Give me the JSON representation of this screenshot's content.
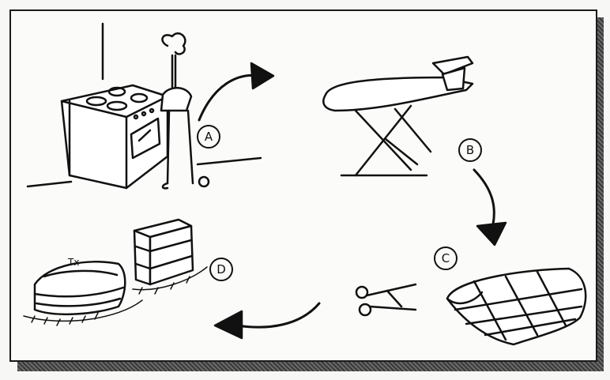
{
  "steps": [
    {
      "id": "A",
      "label": "A"
    },
    {
      "id": "B",
      "label": "B"
    },
    {
      "id": "C",
      "label": "C"
    },
    {
      "id": "D",
      "label": "D"
    }
  ],
  "colors": {
    "ink": "#111111",
    "paper": "#fbfbfa",
    "shadow": "#4a4a4a"
  }
}
